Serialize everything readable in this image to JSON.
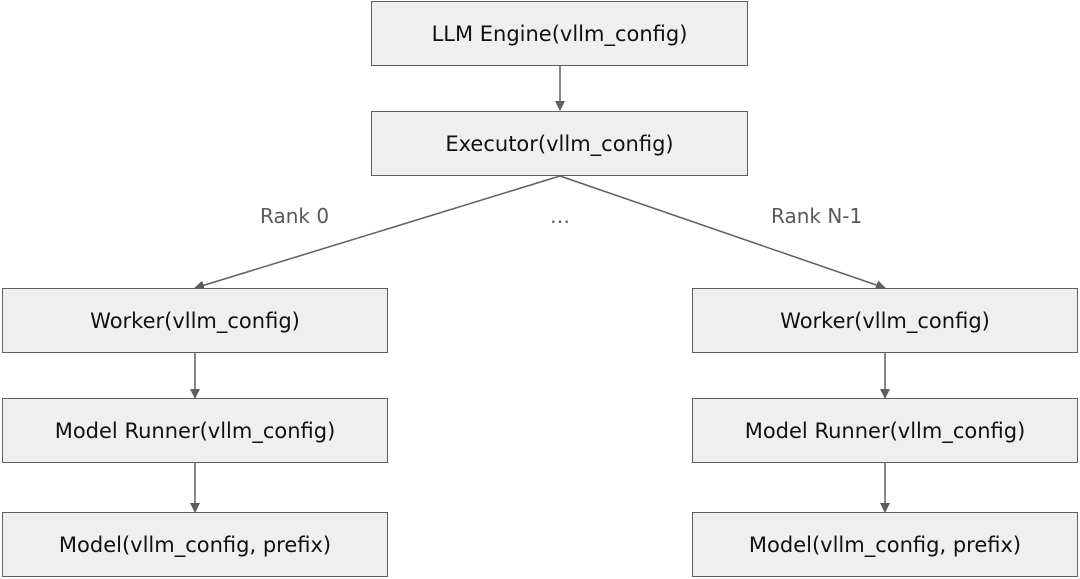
{
  "nodes": {
    "engine": "LLM Engine(vllm_config)",
    "executor": "Executor(vllm_config)",
    "left": {
      "worker": "Worker(vllm_config)",
      "runner": "Model Runner(vllm_config)",
      "model": "Model(vllm_config, prefix)"
    },
    "right": {
      "worker": "Worker(vllm_config)",
      "runner": "Model Runner(vllm_config)",
      "model": "Model(vllm_config, prefix)"
    }
  },
  "edge_labels": {
    "rank_first": "Rank 0",
    "ellipsis": "…",
    "rank_last": "Rank N-1"
  },
  "colors": {
    "node_fill": "#efefef",
    "node_border": "#5f5f5f",
    "edge": "#5f5f5f",
    "label_text": "#595959"
  }
}
